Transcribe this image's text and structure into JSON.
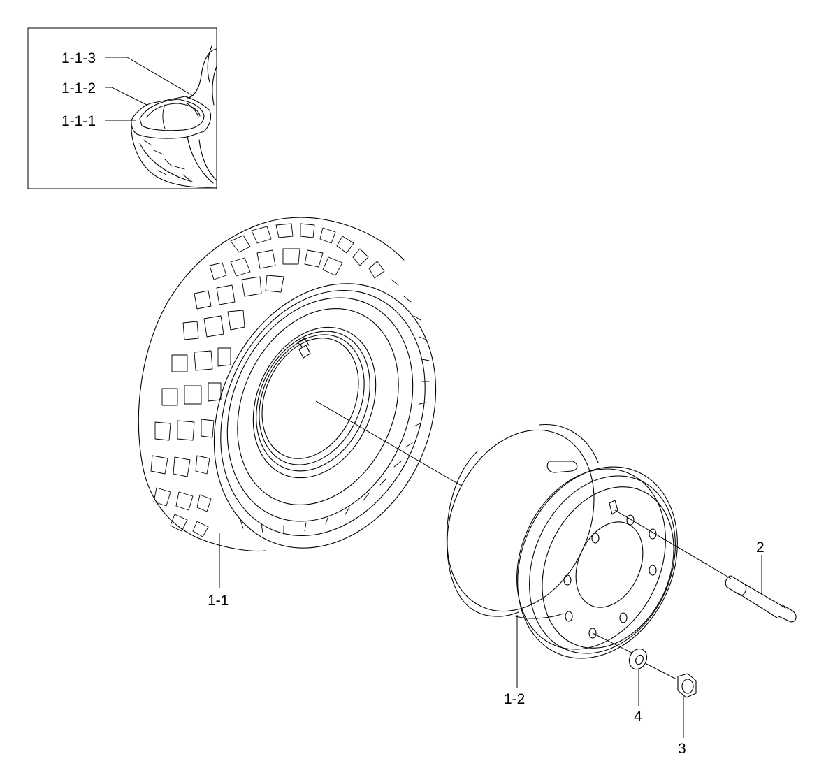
{
  "labels": {
    "tube": "1-1-3",
    "flap": "1-1-2",
    "tire_inner": "1-1-1",
    "tire": "1-1",
    "rim": "1-2",
    "stud": "2",
    "nut": "3",
    "washer": "4"
  }
}
